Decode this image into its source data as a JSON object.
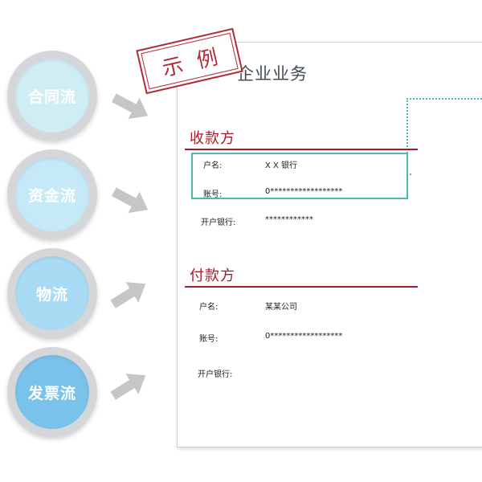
{
  "flows": [
    {
      "label": "合同流",
      "color": "#cfeef4"
    },
    {
      "label": "资金流",
      "color": "#c5e9f7"
    },
    {
      "label": "物流",
      "color": "#a9dbf4"
    },
    {
      "label": "发票流",
      "color": "#79c3ea"
    }
  ],
  "stamp": {
    "text": "示例"
  },
  "document": {
    "title": "企业业务",
    "payee": {
      "heading": "收款方",
      "name_label": "户名:",
      "name_value": "X X 银行",
      "account_label": "账号:",
      "account_value": "0******************",
      "bank_label": "开户银行:",
      "bank_value": "************"
    },
    "payer": {
      "heading": "付款方",
      "name_label": "户名:",
      "name_value": "某某公司",
      "account_label": "账号:",
      "account_value": "0******************",
      "bank_label": "开户银行:",
      "bank_value": ""
    }
  },
  "colors": {
    "accent_red": "#a31d2e",
    "highlight_teal": "#4fb9a9",
    "arrow_gray": "#c6c6c6"
  }
}
